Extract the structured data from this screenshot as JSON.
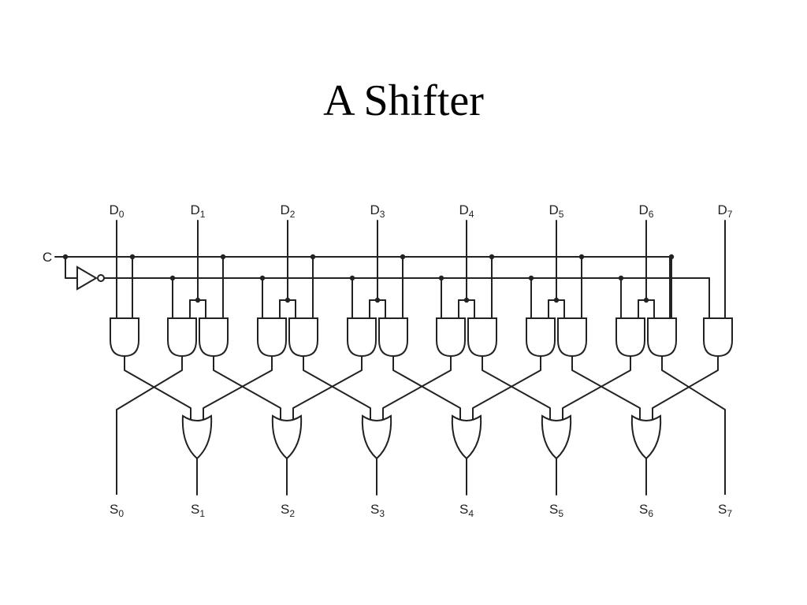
{
  "slide": {
    "title": "A Shifter"
  },
  "circuit": {
    "control_label": "C",
    "inputs": [
      {
        "letter": "D",
        "index": "0"
      },
      {
        "letter": "D",
        "index": "1"
      },
      {
        "letter": "D",
        "index": "2"
      },
      {
        "letter": "D",
        "index": "3"
      },
      {
        "letter": "D",
        "index": "4"
      },
      {
        "letter": "D",
        "index": "5"
      },
      {
        "letter": "D",
        "index": "6"
      },
      {
        "letter": "D",
        "index": "7"
      }
    ],
    "outputs": [
      {
        "letter": "S",
        "index": "0"
      },
      {
        "letter": "S",
        "index": "1"
      },
      {
        "letter": "S",
        "index": "2"
      },
      {
        "letter": "S",
        "index": "3"
      },
      {
        "letter": "S",
        "index": "4"
      },
      {
        "letter": "S",
        "index": "5"
      },
      {
        "letter": "S",
        "index": "6"
      },
      {
        "letter": "S",
        "index": "7"
      }
    ],
    "line_color": "#222222"
  }
}
